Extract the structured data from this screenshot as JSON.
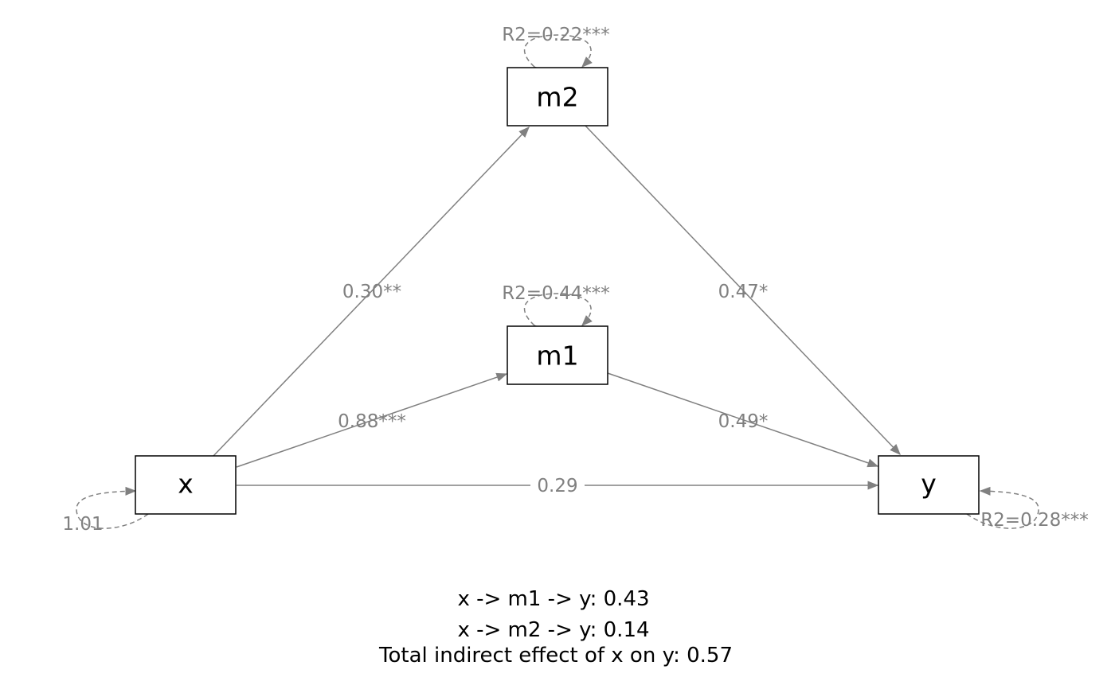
{
  "colors": {
    "path": "#808080",
    "node_border": "#000000",
    "node_text": "#000000",
    "label_text": "#808080",
    "footer_text": "#000000"
  },
  "nodes": {
    "x": {
      "label": "x"
    },
    "m1": {
      "label": "m1"
    },
    "m2": {
      "label": "m2"
    },
    "y": {
      "label": "y"
    }
  },
  "paths": {
    "x_m2": {
      "label": "0.30**"
    },
    "m2_y": {
      "label": "0.47*"
    },
    "x_m1": {
      "label": "0.88***"
    },
    "m1_y": {
      "label": "0.49*"
    },
    "x_y": {
      "label": "0.29"
    }
  },
  "variances": {
    "m2": {
      "label": "R2=0.22***"
    },
    "m1": {
      "label": "R2=0.44***"
    },
    "x": {
      "label": "1.01"
    },
    "y": {
      "label": "R2=0.28***"
    }
  },
  "footer": {
    "line1": "x -> m1 -> y: 0.43",
    "line2": "x -> m2 -> y: 0.14",
    "line3": "Total indirect effect of x on y: 0.57"
  }
}
